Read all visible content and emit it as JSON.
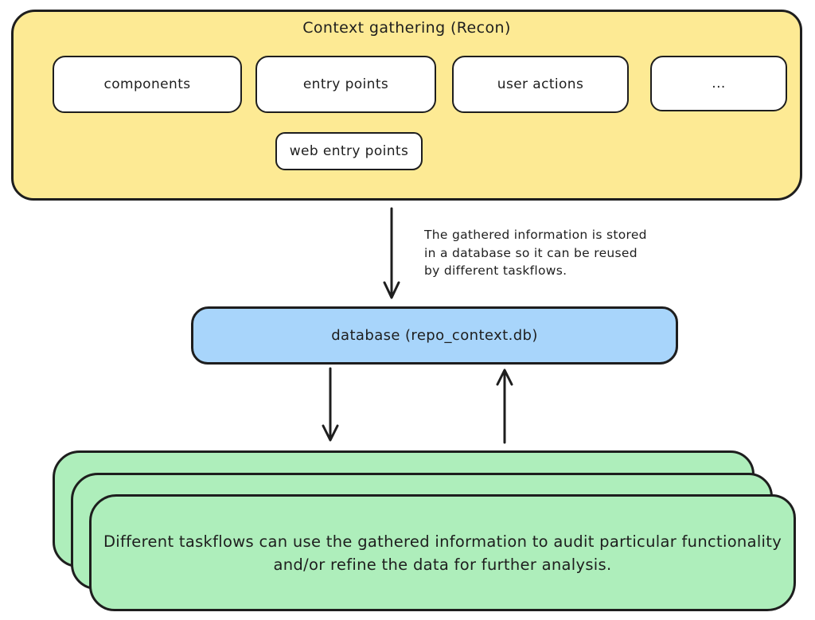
{
  "recon": {
    "title": "Context gathering (Recon)",
    "items": [
      "components",
      "entry points",
      "user actions",
      "..."
    ],
    "sub_item": "web entry points"
  },
  "annotation": {
    "lines": [
      "The gathered information is stored",
      "in a database so it can be reused",
      "by different taskflows."
    ]
  },
  "database": {
    "label": "database (repo_context.db)"
  },
  "taskflows": {
    "lines": [
      "Different taskflows can use the gathered information to audit particular functionality",
      "and/or refine the data for further analysis."
    ]
  },
  "icons": {
    "arrow_recon_to_database": "down-arrow",
    "arrow_database_to_taskflows": "down-arrow",
    "arrow_taskflows_to_database": "up-arrow"
  },
  "colors": {
    "canvas_bg": "#ffffff",
    "yellow": "#fdea94",
    "blue": "#a8d5fb",
    "green": "#aeeebb",
    "stroke": "#1e1e1e"
  }
}
